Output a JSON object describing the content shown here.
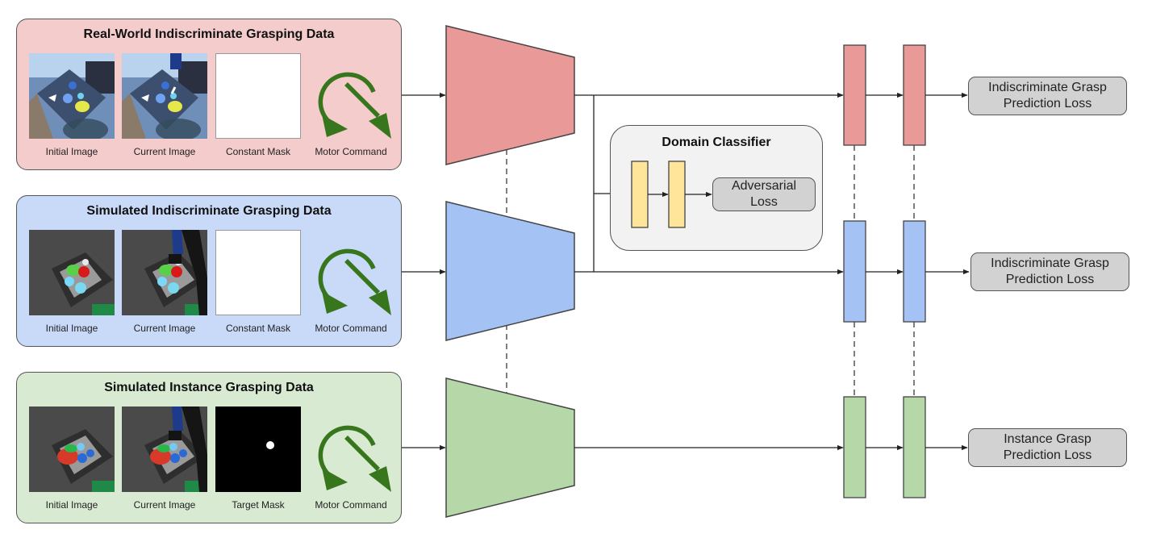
{
  "panels": [
    {
      "title": "Real-World Indiscriminate Grasping Data",
      "fill": "#f4cccc",
      "scene": "real",
      "mask": "constant",
      "captions": [
        "Initial Image",
        "Current Image",
        "Constant Mask",
        "Motor Command"
      ]
    },
    {
      "title": "Simulated Indiscriminate Grasping Data",
      "fill": "#c9daf8",
      "scene": "sim",
      "mask": "constant",
      "captions": [
        "Initial Image",
        "Current Image",
        "Constant Mask",
        "Motor Command"
      ]
    },
    {
      "title": "Simulated Instance Grasping Data",
      "fill": "#d9ead3",
      "scene": "sim-instance",
      "mask": "target",
      "captions": [
        "Initial Image",
        "Current Image",
        "Target Mask",
        "Motor Command"
      ]
    }
  ],
  "colors": {
    "encoder_red": "#ea9999",
    "encoder_blue": "#a4c2f4",
    "encoder_green": "#b6d7a8",
    "classifier_layer": "#ffe599",
    "loss_box": "#d2d2d2",
    "motor_arrow": "#38761d",
    "stroke": "#444444"
  },
  "domain_classifier": {
    "title": "Domain Classifier",
    "loss_label": [
      "Adversarial",
      "Loss"
    ]
  },
  "losses": [
    [
      "Indiscriminate Grasp",
      "Prediction Loss"
    ],
    [
      "Indiscriminate Grasp",
      "Prediction Loss"
    ],
    [
      "Instance Grasp",
      "Prediction Loss"
    ]
  ],
  "icons": {
    "motor_command": "motor-command-arrows-icon"
  }
}
